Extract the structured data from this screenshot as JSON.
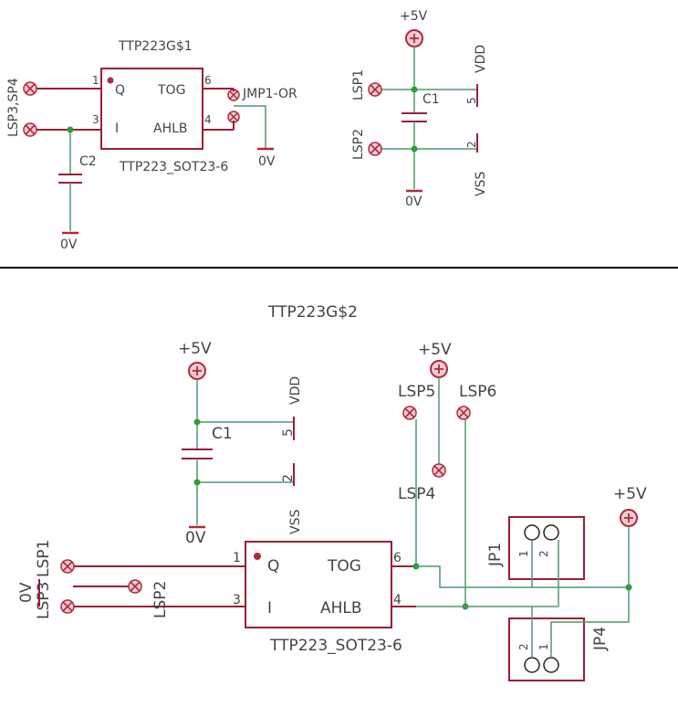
{
  "top": {
    "chip_name": "TTP223G$1",
    "chip_package": "TTP223_SOT23-6",
    "pin_q": "Q",
    "pin_i": "I",
    "pin_tog": "TOG",
    "pin_ahlb": "AHLB",
    "pin_1": "1",
    "pin_3": "3",
    "pin_6": "6",
    "pin_4": "4",
    "lsp3_lsp4": "LSP3,SP4",
    "jumper": "JMP1-OR",
    "c2": "C2",
    "gnd_jumper": "0V",
    "gnd_c2": "0V",
    "plus5v": "+5V",
    "lsp1": "LSP1",
    "lsp2": "LSP2",
    "c1": "C1",
    "vdd": "VDD",
    "vss": "VSS",
    "pin_5": "5",
    "pin_2": "2",
    "gnd_c1": "0V"
  },
  "bottom": {
    "title": "TTP223G$2",
    "plus5v_cap": "+5V",
    "c1": "C1",
    "vdd": "VDD",
    "vss": "VSS",
    "pin_5": "5",
    "pin_2": "2",
    "gnd_c1": "0V",
    "plus5v_mid": "+5V",
    "lsp5": "LSP5",
    "lsp6": "LSP6",
    "lsp4": "LSP4",
    "plus5v_right": "+5V",
    "chip_package": "TTP223_SOT23-6",
    "pin_q": "Q",
    "pin_i": "I",
    "pin_tog": "TOG",
    "pin_ahlb": "AHLB",
    "pin_1": "1",
    "pin_3": "3",
    "pin_6": "6",
    "pin_4": "4",
    "lsp1": "LSP1",
    "lsp3": "LSP3",
    "gnd_left": "0V",
    "lsp2": "LSP2",
    "jp1": "JP1",
    "jp4": "JP4",
    "jp1_pin1": "1",
    "jp1_pin2": "2",
    "jp4_pin1": "1",
    "jp4_pin2": "2"
  },
  "colors": {
    "wire": "#4f9a6a",
    "part": "#9b1f35",
    "pad": "#b02a3c",
    "junction": "#2e9d3b"
  }
}
